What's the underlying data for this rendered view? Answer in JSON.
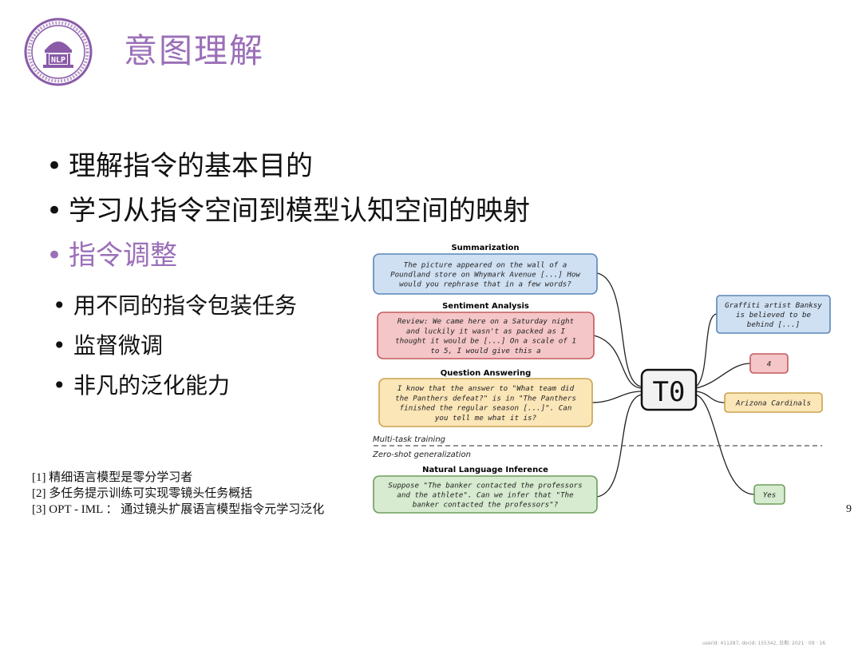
{
  "slide": {
    "title": "意图理解",
    "page_number": "9",
    "footer": "userid: 411287, docid: 155342, 日期: 2021 · 09 · 16"
  },
  "bullets": [
    {
      "text": "理解指令的基本目的",
      "accent": false
    },
    {
      "text": "学习从指令空间到模型认知空间的映射",
      "accent": false
    },
    {
      "text": "指令调整",
      "accent": true
    }
  ],
  "sub_bullets": [
    "用不同的指令包装任务",
    "监督微调",
    "非凡的泛化能力"
  ],
  "references": [
    "[1] 精细语言模型是零分学习者",
    "[2] 多任务提示训练可实现零镜头任务概括",
    "[3] OPT - IML ： 通过镜头扩展语言模型指令元学习泛化"
  ],
  "diagram": {
    "model_label": "T0",
    "train_label": "Multi-task training",
    "zero_shot_label": "Zero-shot generalization",
    "tasks": [
      {
        "name": "Summarization",
        "lines": [
          "The picture appeared on the wall of a",
          "Poundland store on Whymark Avenue [...] How",
          "would you rephrase that in a few words?"
        ],
        "fill": "#cfe0f3",
        "stroke": "#5b86b8"
      },
      {
        "name": "Sentiment Analysis",
        "lines": [
          "Review: We came here on a Saturday night",
          "and luckily it wasn't as packed as I",
          "thought it would be [...] On a scale of 1",
          "to 5, I would give this a"
        ],
        "fill": "#f4c6c8",
        "stroke": "#c45a5e"
      },
      {
        "name": "Question Answering",
        "lines": [
          "I know that the answer to \"What team did",
          "the Panthers defeat?\" is in \"The Panthers",
          "finished the regular season [...]\". Can",
          "you tell me what it is?"
        ],
        "fill": "#fbe6b8",
        "stroke": "#c9a24e"
      },
      {
        "name": "Natural Language Inference",
        "lines": [
          "Suppose \"The banker contacted the professors",
          "and the athlete\". Can we infer that \"The",
          "banker contacted the professors\"?"
        ],
        "fill": "#d6ebcf",
        "stroke": "#6e9d5e"
      }
    ],
    "outputs": [
      {
        "lines": [
          "Graffiti artist Banksy",
          "is believed to be",
          "behind [...]"
        ],
        "fill": "#cfe0f3",
        "stroke": "#5b86b8"
      },
      {
        "lines": [
          "4"
        ],
        "fill": "#f4c6c8",
        "stroke": "#c45a5e"
      },
      {
        "lines": [
          "Arizona Cardinals"
        ],
        "fill": "#fbe6b8",
        "stroke": "#c9a24e"
      },
      {
        "lines": [
          "Yes"
        ],
        "fill": "#d6ebcf",
        "stroke": "#6e9d5e"
      }
    ]
  },
  "colors": {
    "accent": "#9b6fb8",
    "logo": "#8a5aa8"
  }
}
